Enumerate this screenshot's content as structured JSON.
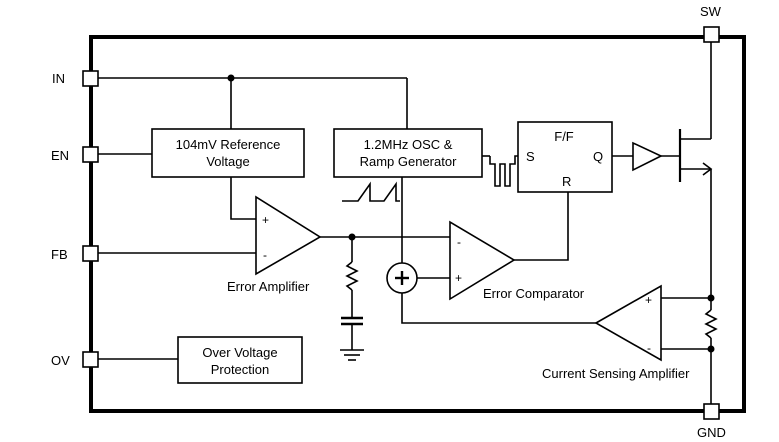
{
  "pins": {
    "in": "IN",
    "en": "EN",
    "fb": "FB",
    "ov": "OV",
    "sw": "SW",
    "gnd": "GND"
  },
  "blocks": {
    "reference": {
      "line1": "104mV Reference",
      "line2": "Voltage"
    },
    "oscillator": {
      "line1": "1.2MHz OSC &",
      "line2": "Ramp Generator"
    },
    "flipflop": {
      "title": "F/F",
      "s": "S",
      "q": "Q",
      "r": "R"
    },
    "ovp": {
      "line1": "Over Voltage",
      "line2": "Protection"
    }
  },
  "amplifiers": {
    "error_amp": "Error Amplifier",
    "error_comp": "Error Comparator",
    "current_sense": "Current Sensing Amplifier",
    "plus": "+",
    "minus": "-"
  }
}
